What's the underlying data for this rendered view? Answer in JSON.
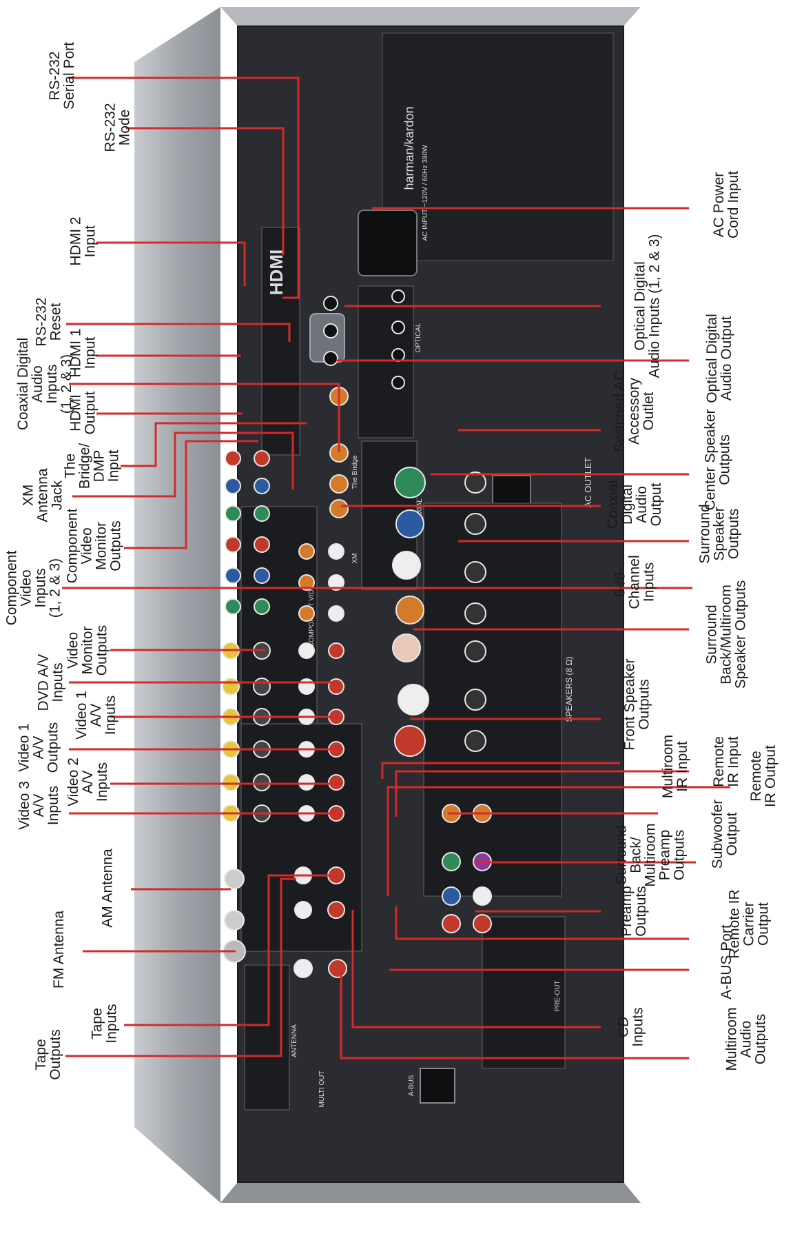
{
  "colors": {
    "leader_line": "#d42a2a",
    "chassis_silver": "#a9adb2",
    "panel_dark": "#2a2c31",
    "label_text": "#1a1a1a"
  },
  "panel_print": {
    "brand": "harman/kardon",
    "hdmi": "HDMI",
    "ac_input": "AC INPUT ~120V / 60Hz 390W",
    "ac_outlet": "AC OUTLET",
    "speakers": "SPEAKERS (8 Ω)",
    "component_video": "COMPONENT VIDEO",
    "optical": "OPTICAL",
    "coaxial": "COAXIAL",
    "the_bridge": "The Bridge",
    "xm": "XM",
    "antenna": "ANTENNA",
    "pre_out": "PRE-OUT",
    "a_bus": "A-BUS",
    "multi_out": "MULTI OUT"
  },
  "labels_left": [
    {
      "id": "rs232-serial-port",
      "text": "RS-232\nSerial Port"
    },
    {
      "id": "rs232-mode",
      "text": "RS-232\nMode"
    },
    {
      "id": "hdmi2-input",
      "text": "HDMI 2\nInput"
    },
    {
      "id": "rs232-reset",
      "text": "RS-232\nReset"
    },
    {
      "id": "coaxial-digital-audio-inputs",
      "text": "Coaxial Digital\nAudio\nInputs\n(1, 2 & 3)"
    },
    {
      "id": "hdmi1-input",
      "text": "HDMI 1\nInput"
    },
    {
      "id": "hdmi-output",
      "text": "HDMI\nOutput"
    },
    {
      "id": "bridge-dmp-input",
      "text": "The\nBridge/\nDMP\nInput"
    },
    {
      "id": "xm-antenna-jack",
      "text": "XM\nAntenna\nJack"
    },
    {
      "id": "component-video-monitor-outputs",
      "text": "Component\nVideo\nMonitor\nOutputs"
    },
    {
      "id": "component-video-inputs",
      "text": "Component\nVideo\nInputs\n(1, 2 & 3)"
    },
    {
      "id": "video-monitor-outputs",
      "text": "Video\nMonitor\nOutputs"
    },
    {
      "id": "dvd-av-inputs",
      "text": "DVD A/V\nInputs"
    },
    {
      "id": "video1-av-inputs",
      "text": "Video 1\nA/V\nInputs"
    },
    {
      "id": "video1-av-outputs",
      "text": "Video 1\nA/V\nOutputs"
    },
    {
      "id": "video2-av-inputs",
      "text": "Video 2\nA/V\nInputs"
    },
    {
      "id": "video3-av-inputs",
      "text": "Video 3\nA/V\nInputs"
    },
    {
      "id": "am-antenna",
      "text": "AM Antenna"
    },
    {
      "id": "fm-antenna",
      "text": "FM Antenna"
    },
    {
      "id": "tape-inputs",
      "text": "Tape\nInputs"
    },
    {
      "id": "tape-outputs",
      "text": "Tape\nOutputs"
    }
  ],
  "labels_right": [
    {
      "id": "ac-power-cord-input",
      "text": "AC Power\nCord Input"
    },
    {
      "id": "optical-digital-audio-inputs",
      "text": "Optical Digital\nAudio Inputs (1, 2 & 3)"
    },
    {
      "id": "optical-digital-audio-output",
      "text": "Optical Digital\nAudio Output"
    },
    {
      "id": "switched-ac-accessory-outlet",
      "text": "Switched AC\nAccessory\nOutlet"
    },
    {
      "id": "center-speaker-outputs",
      "text": "Center Speaker\nOutputs"
    },
    {
      "id": "coaxial-digital-audio-output",
      "text": "Coaxial\nDigital\nAudio\nOutput"
    },
    {
      "id": "surround-speaker-outputs",
      "text": "Surround\nSpeaker\nOutputs"
    },
    {
      "id": "six-eight-channel-inputs",
      "text": "6-/8-\nChannel\nInputs"
    },
    {
      "id": "surround-back-multiroom-speaker-outputs",
      "text": "Surround\nBack/Multiroom\nSpeaker Outputs"
    },
    {
      "id": "front-speaker-outputs",
      "text": "Front Speaker\nOutputs"
    },
    {
      "id": "multiroom-ir-input",
      "text": "Multiroom\nIR Input"
    },
    {
      "id": "remote-ir-input",
      "text": "Remote\nIR Input"
    },
    {
      "id": "remote-ir-output",
      "text": "Remote\nIR Output"
    },
    {
      "id": "surround-back-multiroom-preamp-outputs",
      "text": "Surround\nBack/\nMultiroom\nPreamp\nOutputs"
    },
    {
      "id": "subwoofer-output",
      "text": "Subwoofer\nOutput"
    },
    {
      "id": "preamp-outputs",
      "text": "Preamp\nOutputs"
    },
    {
      "id": "remote-ir-carrier-output",
      "text": "Remote IR\nCarrier\nOutput"
    },
    {
      "id": "a-bus-port",
      "text": "A-BUS Port"
    },
    {
      "id": "cd-inputs",
      "text": "CD\nInputs"
    },
    {
      "id": "multiroom-audio-outputs",
      "text": "Multiroom\nAudio\nOutputs"
    }
  ]
}
